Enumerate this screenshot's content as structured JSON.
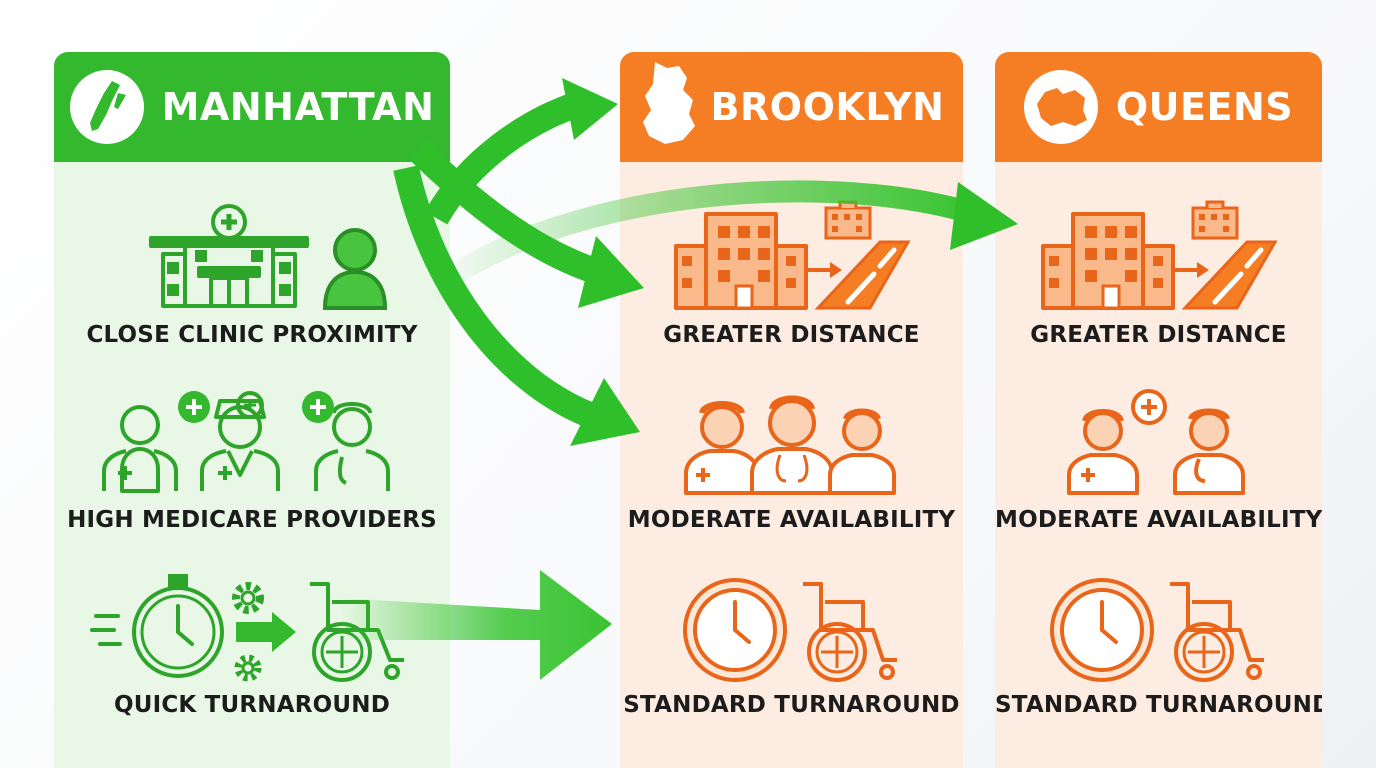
{
  "columns": [
    {
      "title": "MANHATTAN",
      "icon": "manhattan-map-icon",
      "rows": [
        "CLOSE CLINIC PROXIMITY",
        "HIGH MEDICARE PROVIDERS",
        "QUICK TURNAROUND"
      ]
    },
    {
      "title": "BROOKLYN",
      "icon": "brooklyn-map-icon",
      "rows": [
        "GREATER DISTANCE",
        "MODERATE AVAILABILITY",
        "STANDARD TURNAROUND"
      ]
    },
    {
      "title": "QUEENS",
      "icon": "queens-map-icon",
      "rows": [
        "GREATER DISTANCE",
        "MODERATE AVAILABILITY",
        "STANDARD TURNAROUND"
      ]
    }
  ],
  "colors": {
    "green": "#34b82e",
    "green_light": "#e9f7e6",
    "orange": "#f57e25",
    "orange_light": "#fcece1"
  }
}
